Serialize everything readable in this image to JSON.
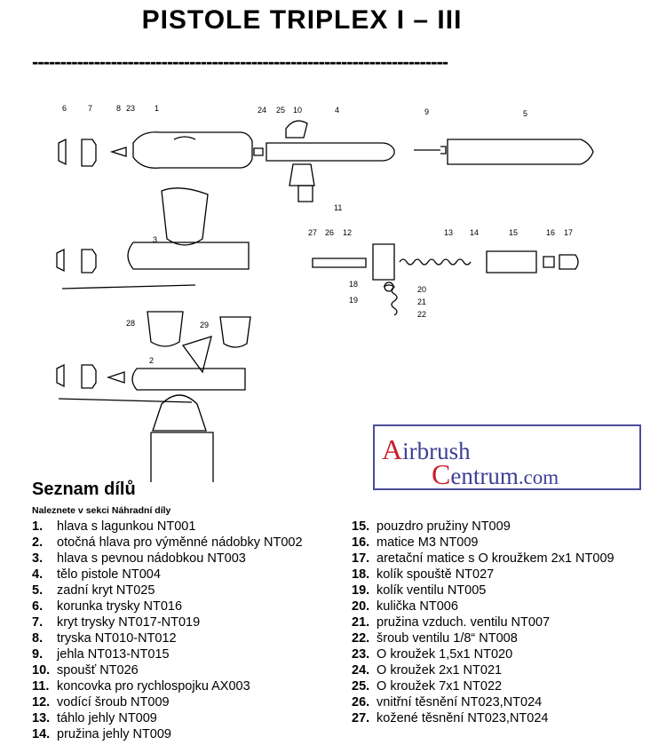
{
  "title": "PISTOLE  TRIPLEX  I – III",
  "rule": "--------------------------------------------------------------------------",
  "logo": {
    "line1_initial": "A",
    "line1_rest": "irbrush",
    "line2_initial": "C",
    "line2_rest": "entrum",
    "line2_suffix": ".com"
  },
  "callouts": [
    "6",
    "7",
    "8",
    "23",
    "1",
    "24",
    "25",
    "10",
    "4",
    "9",
    "5",
    "11",
    "3",
    "27",
    "26",
    "12",
    "13",
    "14",
    "15",
    "16",
    "17",
    "18",
    "19",
    "20",
    "21",
    "22",
    "28",
    "29",
    "2"
  ],
  "list_heading": "Seznam dílů",
  "list_subheading": "Naleznete v sekci Náhradní díly",
  "parts_left": [
    {
      "num": "1.",
      "text": "hlava s lagunkou  NT001"
    },
    {
      "num": "2.",
      "text": "otočná hlava pro výměnné nádobky  NT002"
    },
    {
      "num": "3.",
      "text": "hlava s pevnou nádobkou  NT003"
    },
    {
      "num": "4.",
      "text": "tělo pistole  NT004"
    },
    {
      "num": "5.",
      "text": "zadní kryt  NT025"
    },
    {
      "num": "6.",
      "text": "korunka trysky  NT016"
    },
    {
      "num": "7.",
      "text": "kryt trysky   NT017-NT019"
    },
    {
      "num": "8.",
      "text": "tryska   NT010-NT012"
    },
    {
      "num": "9.",
      "text": "jehla   NT013-NT015"
    },
    {
      "num": "10.",
      "text": "spoušť   NT026"
    },
    {
      "num": "11.",
      "text": "koncovka pro rychlospojku  AX003"
    },
    {
      "num": "12.",
      "text": "vodící šroub  NT009"
    },
    {
      "num": "13.",
      "text": "táhlo jehly   NT009"
    },
    {
      "num": "14.",
      "text": "pružina jehly   NT009"
    }
  ],
  "parts_right": [
    {
      "num": "15.",
      "text": "pouzdro pružiny  NT009"
    },
    {
      "num": "16.",
      "text": "matice M3  NT009"
    },
    {
      "num": "17.",
      "text": "aretační matice s O kroužkem 2x1  NT009"
    },
    {
      "num": "18.",
      "text": "kolík spouště  NT027"
    },
    {
      "num": "19.",
      "text": "kolík ventilu  NT005"
    },
    {
      "num": "20.",
      "text": "kulička  NT006"
    },
    {
      "num": "21.",
      "text": "pružina vzduch. ventilu NT007"
    },
    {
      "num": "22.",
      "text": "šroub ventilu 1/8“ NT008"
    },
    {
      "num": "23.",
      "text": "O kroužek 1,5x1 NT020"
    },
    {
      "num": "24.",
      "text": "O kroužek 2x1   NT021"
    },
    {
      "num": "25.",
      "text": "O kroužek 7x1   NT022"
    },
    {
      "num": "26.",
      "text": "vnitřní těsnění   NT023,NT024"
    },
    {
      "num": "27.",
      "text": "kožené těsnění  NT023,NT024"
    }
  ]
}
